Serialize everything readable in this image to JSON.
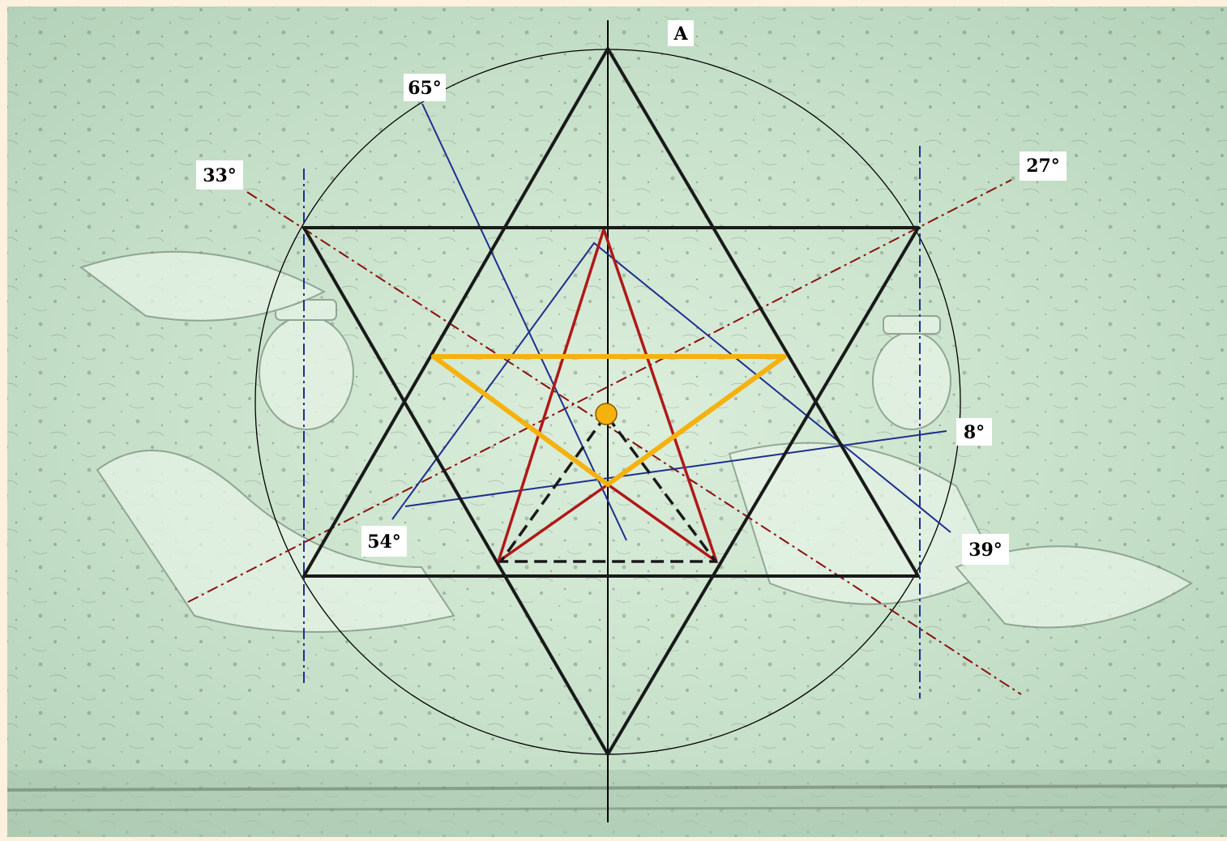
{
  "labels": {
    "top": "A",
    "angle_65": "65°",
    "angle_33": "33°",
    "angle_27": "27°",
    "angle_8": "8°",
    "angle_54": "54°",
    "angle_39": "39°"
  },
  "colors": {
    "frame": "#fdf0dc",
    "background_relief": "#c9e2cc",
    "hexagram": "#1a1a1a",
    "red_star": "#b01818",
    "orange_triangle": "#f5b20f",
    "blue_lines": "#1f2f8f",
    "red_dashdot": "#8a1010",
    "blue_dashdot": "#1f2f8f",
    "center_dot": "#f5b20f"
  }
}
